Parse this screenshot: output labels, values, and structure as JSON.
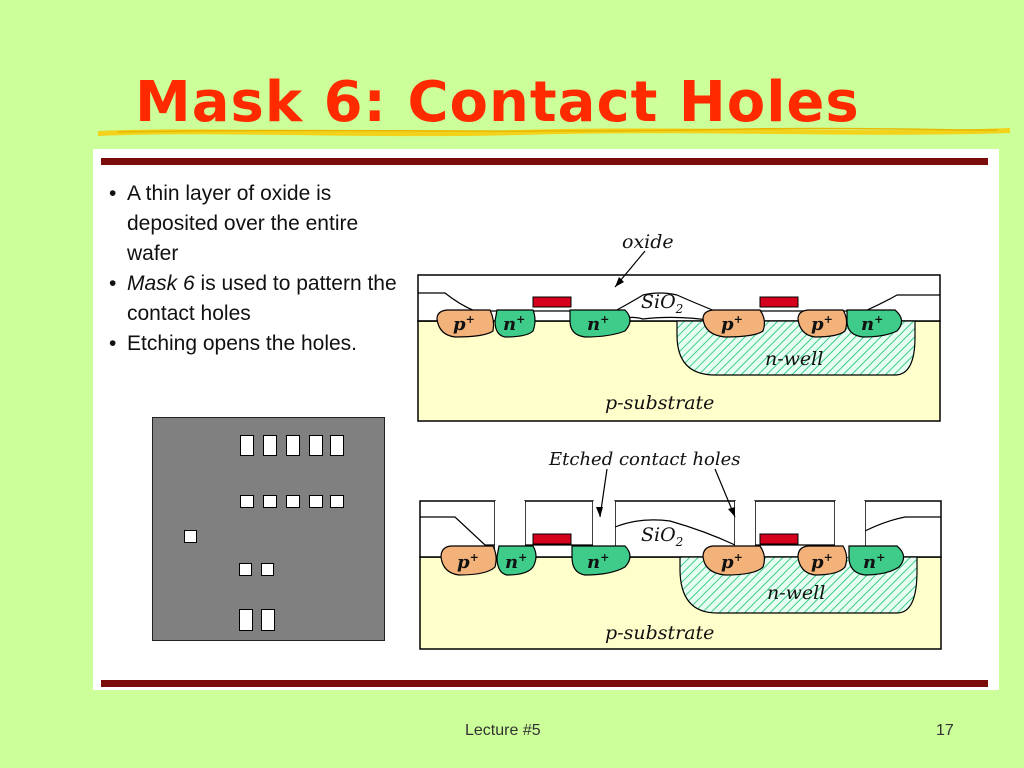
{
  "slide": {
    "title": "Mask 6: Contact Holes",
    "bullets": [
      {
        "parts": [
          {
            "text": "A thin layer of oxide is deposited over the entire wafer",
            "italic": false
          }
        ]
      },
      {
        "parts": [
          {
            "text": "Mask 6",
            "italic": true
          },
          {
            "text": " is used to pattern the contact holes",
            "italic": false
          }
        ]
      },
      {
        "parts": [
          {
            "text": "Etching opens the holes.",
            "italic": false
          }
        ]
      }
    ],
    "bullet_symbol": "•",
    "footer_center": "Lecture #5",
    "page_number": "17"
  },
  "diagram_top": {
    "label_oxide": "oxide",
    "label_sio2": "SiO",
    "label_sio2_sub": "2",
    "label_nwell": "n-well",
    "label_substrate": "p-substrate",
    "regions": [
      "p",
      "n",
      "n",
      "p",
      "p",
      "n"
    ],
    "superscript": "+"
  },
  "diagram_bottom": {
    "label_holes": "Etched contact holes",
    "label_sio2": "SiO",
    "label_sio2_sub": "2",
    "label_nwell": "n-well",
    "label_substrate": "p-substrate",
    "regions": [
      "p",
      "n",
      "n",
      "p",
      "p",
      "n"
    ],
    "superscript": "+"
  },
  "colors": {
    "background": "#ccff99",
    "title": "#ff2a00",
    "underline": "#f2d21b",
    "rule": "#7a0c0c",
    "substrate": "#ffffcc",
    "p_region": "#f2b27a",
    "n_region": "#3fcc8a",
    "gate": "#d4001c",
    "mask": "#808080"
  }
}
